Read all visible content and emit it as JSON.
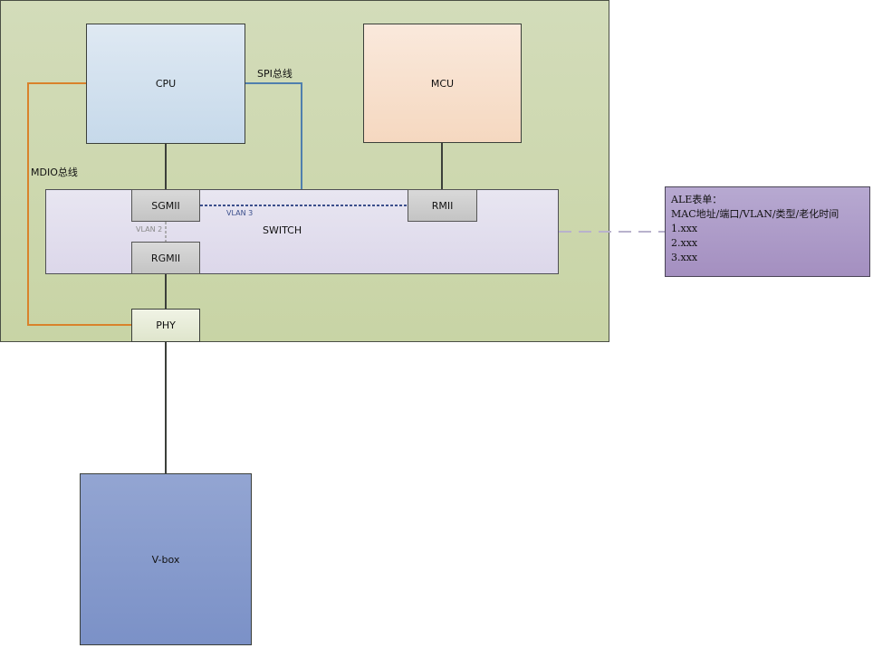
{
  "nodes": {
    "cpu": "CPU",
    "mcu": "MCU",
    "switch": "SWITCH",
    "sgmii": "SGMII",
    "rmii": "RMII",
    "rgmii": "RGMII",
    "phy": "PHY",
    "vbox": "V-box"
  },
  "links": {
    "spi": "SPI总线",
    "mdio": "MDIO总线",
    "vlan3": "VLAN 3",
    "vlan2": "VLAN 2"
  },
  "ale_table": {
    "title": "ALE表单：",
    "columns": "MAC地址/端口/VLAN/类型/老化时间",
    "rows": [
      "1.xxx",
      "2.xxx",
      "3.xxx"
    ]
  },
  "colors": {
    "mdio_line": "#d9822b",
    "spi_line": "#4f7fae",
    "vlan3_line": "#3b4f8c",
    "vlan2_line": "#9a9a9a",
    "ale_connector": "#b8b2cc"
  }
}
